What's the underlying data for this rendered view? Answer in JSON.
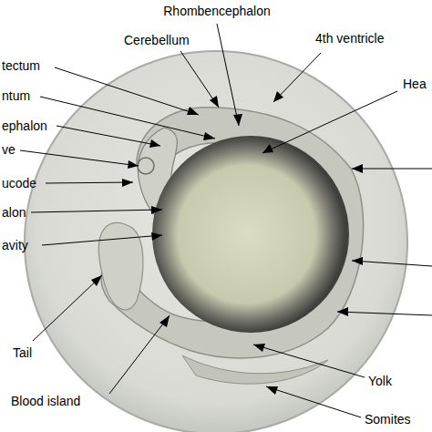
{
  "diagram": {
    "labels": [
      "Rhombencephalon",
      "Cerebellum",
      "4th ventricle",
      "tectum",
      "ntum",
      "ephalon",
      "ve",
      "ucode",
      "alon",
      "avity",
      "Hea",
      "Tail",
      "Blood island",
      "Yolk",
      "Somites"
    ]
  }
}
